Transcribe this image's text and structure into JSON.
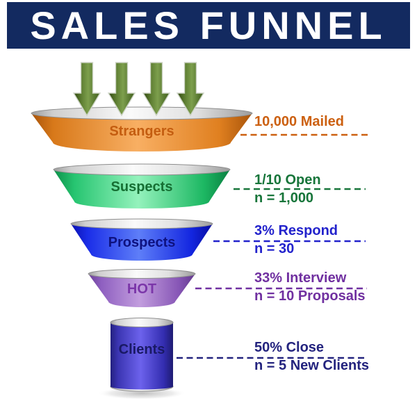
{
  "page": {
    "background": "#ffffff"
  },
  "header": {
    "title": "SALES FUNNEL",
    "background": "#132a60",
    "text_color": "#ffffff"
  },
  "funnel": {
    "inflow_arrows": {
      "count": 4,
      "color": "#5f7f33"
    },
    "stages": [
      {
        "label": "Strangers",
        "band_color": "#ef8f33",
        "label_color": "#c45d10",
        "annotation": {
          "line1": "10,000 Mailed",
          "line2": "",
          "color": "#cc6010"
        }
      },
      {
        "label": "Suspects",
        "band_color": "#35d47e",
        "label_color": "#166f33",
        "annotation": {
          "line1": "1/10 Open",
          "line2": "n = 1,000",
          "color": "#17753a"
        }
      },
      {
        "label": "Prospects",
        "band_color": "#2a3ae8",
        "label_color": "#0e1280",
        "annotation": {
          "line1": "3% Respond",
          "line2": "n = 30",
          "color": "#2222cc"
        }
      },
      {
        "label": "HOT",
        "band_color": "#9a6cc4",
        "label_color": "#7b36a9",
        "annotation": {
          "line1": "33% Interview",
          "line2": "n = 10 Proposals",
          "color": "#7030a0"
        }
      },
      {
        "label": "Clients",
        "band_color": "#4a41c8",
        "label_color": "#191964",
        "annotation": {
          "line1": "50% Close",
          "line2": "n = 5 New Clients",
          "color": "#23237e"
        }
      }
    ]
  }
}
